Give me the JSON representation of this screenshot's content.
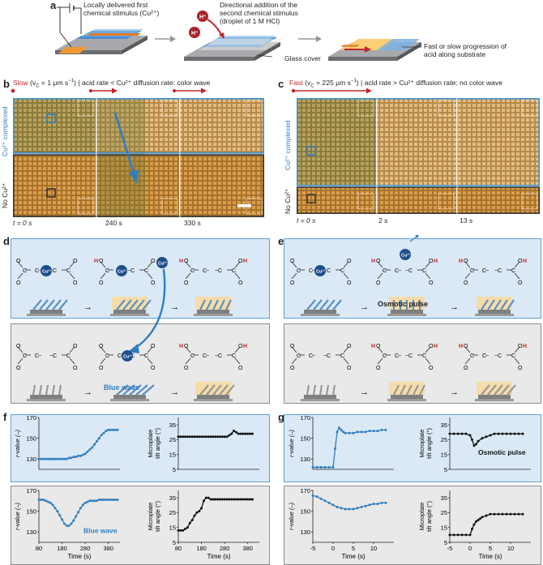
{
  "panels": {
    "a": "a",
    "b": "b",
    "c": "c",
    "d": "d",
    "e": "e",
    "f": "f",
    "g": "g"
  },
  "a": {
    "minus": "−",
    "plus": "+",
    "stim1_line1": "Locally delivered first",
    "stim1_line2": "chemical stimulus (Cu²⁺)",
    "h_ion": "H⁺",
    "stim2_line1": "Directional addition of the",
    "stim2_line2": "second chemical stimulus",
    "stim2_line3": "(droplet of 1 M HCl)",
    "glass_cover": "Glass cover",
    "result_line1": "Fast or slow progression of",
    "result_line2": "acid along substrate"
  },
  "b": {
    "speed": "Slow",
    "rate": "(v",
    "sub": "C",
    "eq": " = 1 μm s",
    "sup": "−1",
    "rest": ") | acid rate < Cu²⁺ diffusion rate: color wave",
    "label_top": "Cu²⁺ complexed",
    "label_bot": "No Cu²⁺",
    "t0": "t = 0 s",
    "t1": "240 s",
    "t2": "330 s"
  },
  "c": {
    "speed": "Fast",
    "rate": "(v",
    "sub": "C",
    "eq": " = 225 μm s",
    "sup": "−1",
    "rest": ") | acid rate > Cu²⁺ diffusion rate: no color wave",
    "label_top": "Cu²⁺ complexed",
    "label_bot": "No Cu²⁺",
    "t0": "t = 0 s",
    "t1": "2 s",
    "t2": "13 s"
  },
  "d": {
    "ion": "Cu²⁺",
    "blue_wave": "Blue wave"
  },
  "e": {
    "ion": "Cu²⁺",
    "osmotic": "Osmotic pulse"
  },
  "chem": {
    "c": "C",
    "o": "O",
    "h": "H",
    "minus": "−",
    "arrow": "→"
  },
  "chart_data": [
    {
      "id": "f-top-left",
      "type": "line",
      "x": [
        80,
        90,
        100,
        110,
        120,
        130,
        140,
        150,
        160,
        170,
        180,
        190,
        200,
        210,
        220,
        230,
        240,
        250,
        260,
        270,
        280,
        290,
        300,
        310,
        320,
        330,
        340,
        350,
        360,
        370,
        380,
        390,
        400,
        410,
        420
      ],
      "values": [
        130,
        130,
        130,
        130,
        130,
        130,
        130,
        130,
        130,
        130,
        130,
        130,
        130,
        131,
        131,
        132,
        132,
        133,
        133,
        134,
        135,
        137,
        139,
        141,
        144,
        147,
        150,
        153,
        155,
        157,
        158,
        158,
        158,
        158,
        158
      ],
      "ylabel": "r-value (–)",
      "ylim": [
        120,
        170
      ],
      "yticks": [
        130,
        150,
        170
      ],
      "xlim": [
        80,
        430
      ],
      "color": "#2f7dc1"
    },
    {
      "id": "f-top-right",
      "type": "line",
      "x": [
        80,
        90,
        100,
        110,
        120,
        130,
        140,
        150,
        160,
        170,
        180,
        190,
        200,
        210,
        220,
        230,
        240,
        250,
        260,
        270,
        280,
        290,
        300,
        310,
        320,
        330,
        340,
        350,
        360,
        370,
        380,
        390,
        400
      ],
      "values": [
        27,
        27,
        27,
        27,
        27,
        27,
        27,
        27,
        27,
        27,
        27,
        27,
        27,
        27,
        27,
        27,
        27,
        27,
        27,
        27,
        27,
        27,
        28,
        29,
        31,
        30,
        29,
        29,
        29,
        29,
        29,
        29,
        29
      ],
      "ylabel": "Microplate tilt angle (°)",
      "ylim": [
        5,
        40
      ],
      "yticks": [
        5,
        15,
        25,
        35
      ],
      "xlim": [
        80,
        430
      ],
      "color": "#111111"
    },
    {
      "id": "f-bot-left",
      "type": "line",
      "x": [
        80,
        90,
        100,
        110,
        120,
        130,
        140,
        150,
        160,
        170,
        180,
        190,
        200,
        210,
        220,
        230,
        240,
        250,
        260,
        270,
        280,
        290,
        300,
        310,
        320,
        330,
        340,
        350,
        360,
        370,
        380,
        390,
        400,
        410,
        420
      ],
      "values": [
        161,
        161,
        161,
        160,
        159,
        158,
        156,
        153,
        150,
        146,
        142,
        138,
        136,
        136,
        138,
        141,
        145,
        149,
        153,
        156,
        158,
        159,
        160,
        160,
        160,
        160,
        161,
        161,
        161,
        161,
        161,
        161,
        161,
        161,
        161
      ],
      "ylabel": "r-value (–)",
      "ylim": [
        120,
        170
      ],
      "yticks": [
        130,
        150,
        170
      ],
      "xticks": [
        80,
        180,
        280,
        380
      ],
      "xlabel": "Time (s)",
      "xlim": [
        80,
        430
      ],
      "annotation": "Blue wave",
      "color": "#2f7dc1"
    },
    {
      "id": "f-bot-right",
      "type": "line",
      "x": [
        80,
        90,
        100,
        110,
        120,
        130,
        140,
        150,
        160,
        170,
        180,
        190,
        200,
        210,
        220,
        230,
        240,
        250,
        260,
        270,
        280,
        290,
        300,
        310,
        320,
        330,
        340,
        350,
        360,
        370,
        380,
        390,
        400
      ],
      "values": [
        13,
        13,
        13,
        14,
        15,
        18,
        20,
        23,
        25,
        26,
        28,
        33,
        35,
        35,
        34,
        34,
        34,
        34,
        34,
        34,
        34,
        34,
        34,
        34,
        34,
        34,
        34,
        34,
        34,
        34,
        34,
        34,
        34
      ],
      "ylabel": "Microplate tilt angle (°)",
      "ylim": [
        5,
        40
      ],
      "yticks": [
        5,
        15,
        25,
        35
      ],
      "xticks": [
        80,
        180,
        280,
        380
      ],
      "xlabel": "Time (s)",
      "xlim": [
        80,
        430
      ],
      "color": "#111111"
    },
    {
      "id": "g-top-left",
      "type": "line",
      "x": [
        -5,
        -4,
        -3,
        -2,
        -1,
        0,
        0.5,
        1,
        1.5,
        2,
        2.5,
        3,
        4,
        5,
        6,
        7,
        8,
        9,
        10,
        11,
        12,
        13
      ],
      "values": [
        122,
        122,
        122,
        122,
        122,
        122,
        140,
        156,
        160,
        158,
        156,
        155,
        155,
        155,
        156,
        156,
        156,
        157,
        157,
        157,
        158,
        158
      ],
      "ylabel": "r-value (–)",
      "ylim": [
        120,
        170
      ],
      "yticks": [
        130,
        150,
        170
      ],
      "xlim": [
        -5,
        15
      ],
      "color": "#2f7dc1"
    },
    {
      "id": "g-top-right",
      "type": "line",
      "x": [
        -5,
        -4,
        -3,
        -2,
        -1,
        0,
        0.5,
        1,
        1.5,
        2,
        3,
        4,
        5,
        6,
        7,
        8,
        9,
        10,
        11,
        12,
        13
      ],
      "values": [
        29,
        29,
        29,
        29,
        29,
        28,
        25,
        21,
        22,
        24,
        26,
        27,
        28,
        29,
        29,
        29,
        29,
        29,
        29,
        29,
        29
      ],
      "ylabel": "Microplate tilt angle (°)",
      "ylim": [
        5,
        40
      ],
      "yticks": [
        5,
        15,
        25,
        35
      ],
      "xlim": [
        -5,
        15
      ],
      "annotation": "Osmotic pulse",
      "color": "#111111"
    },
    {
      "id": "g-bot-left",
      "type": "line",
      "x": [
        -5,
        -4,
        -3,
        -2,
        -1,
        0,
        1,
        2,
        3,
        4,
        5,
        6,
        7,
        8,
        9,
        10,
        11,
        12,
        13
      ],
      "values": [
        165,
        164,
        162,
        160,
        158,
        156,
        154,
        153,
        152,
        152,
        152,
        153,
        154,
        155,
        156,
        157,
        157,
        158,
        158
      ],
      "ylabel": "r-value (–)",
      "ylim": [
        120,
        170
      ],
      "yticks": [
        130,
        150,
        170
      ],
      "xticks": [
        -5,
        0,
        5,
        10
      ],
      "xlabel": "Time (s)",
      "xlim": [
        -5,
        15
      ],
      "color": "#2f7dc1"
    },
    {
      "id": "g-bot-right",
      "type": "line",
      "x": [
        -5,
        -4,
        -3,
        -2,
        -1,
        0,
        0.5,
        1,
        1.5,
        2,
        2.5,
        3,
        4,
        5,
        6,
        7,
        8,
        9,
        10,
        11,
        12,
        13
      ],
      "values": [
        10,
        10,
        10,
        10,
        10,
        10,
        14,
        17,
        19,
        20,
        21,
        22,
        23,
        24,
        24,
        24,
        24,
        24,
        24,
        24,
        24,
        24
      ],
      "ylabel": "Microplate tilt angle (°)",
      "ylim": [
        5,
        40
      ],
      "yticks": [
        5,
        15,
        25,
        35
      ],
      "xticks": [
        -5,
        0,
        5,
        10
      ],
      "xlabel": "Time (s)",
      "xlim": [
        -5,
        15
      ],
      "color": "#111111"
    }
  ],
  "colors": {
    "blue": "#2f7dc1",
    "box_blue": "#5da1d6",
    "box_blue_fill": "#dbe9f6",
    "box_gray": "#8c8c8c",
    "box_gray_fill": "#e9e9e9",
    "red": "#c0272d",
    "cu": "#1f4e8c",
    "gel": "#f5dca8",
    "substrate": "#7f7f7f",
    "plates": "#5d8fc4"
  }
}
